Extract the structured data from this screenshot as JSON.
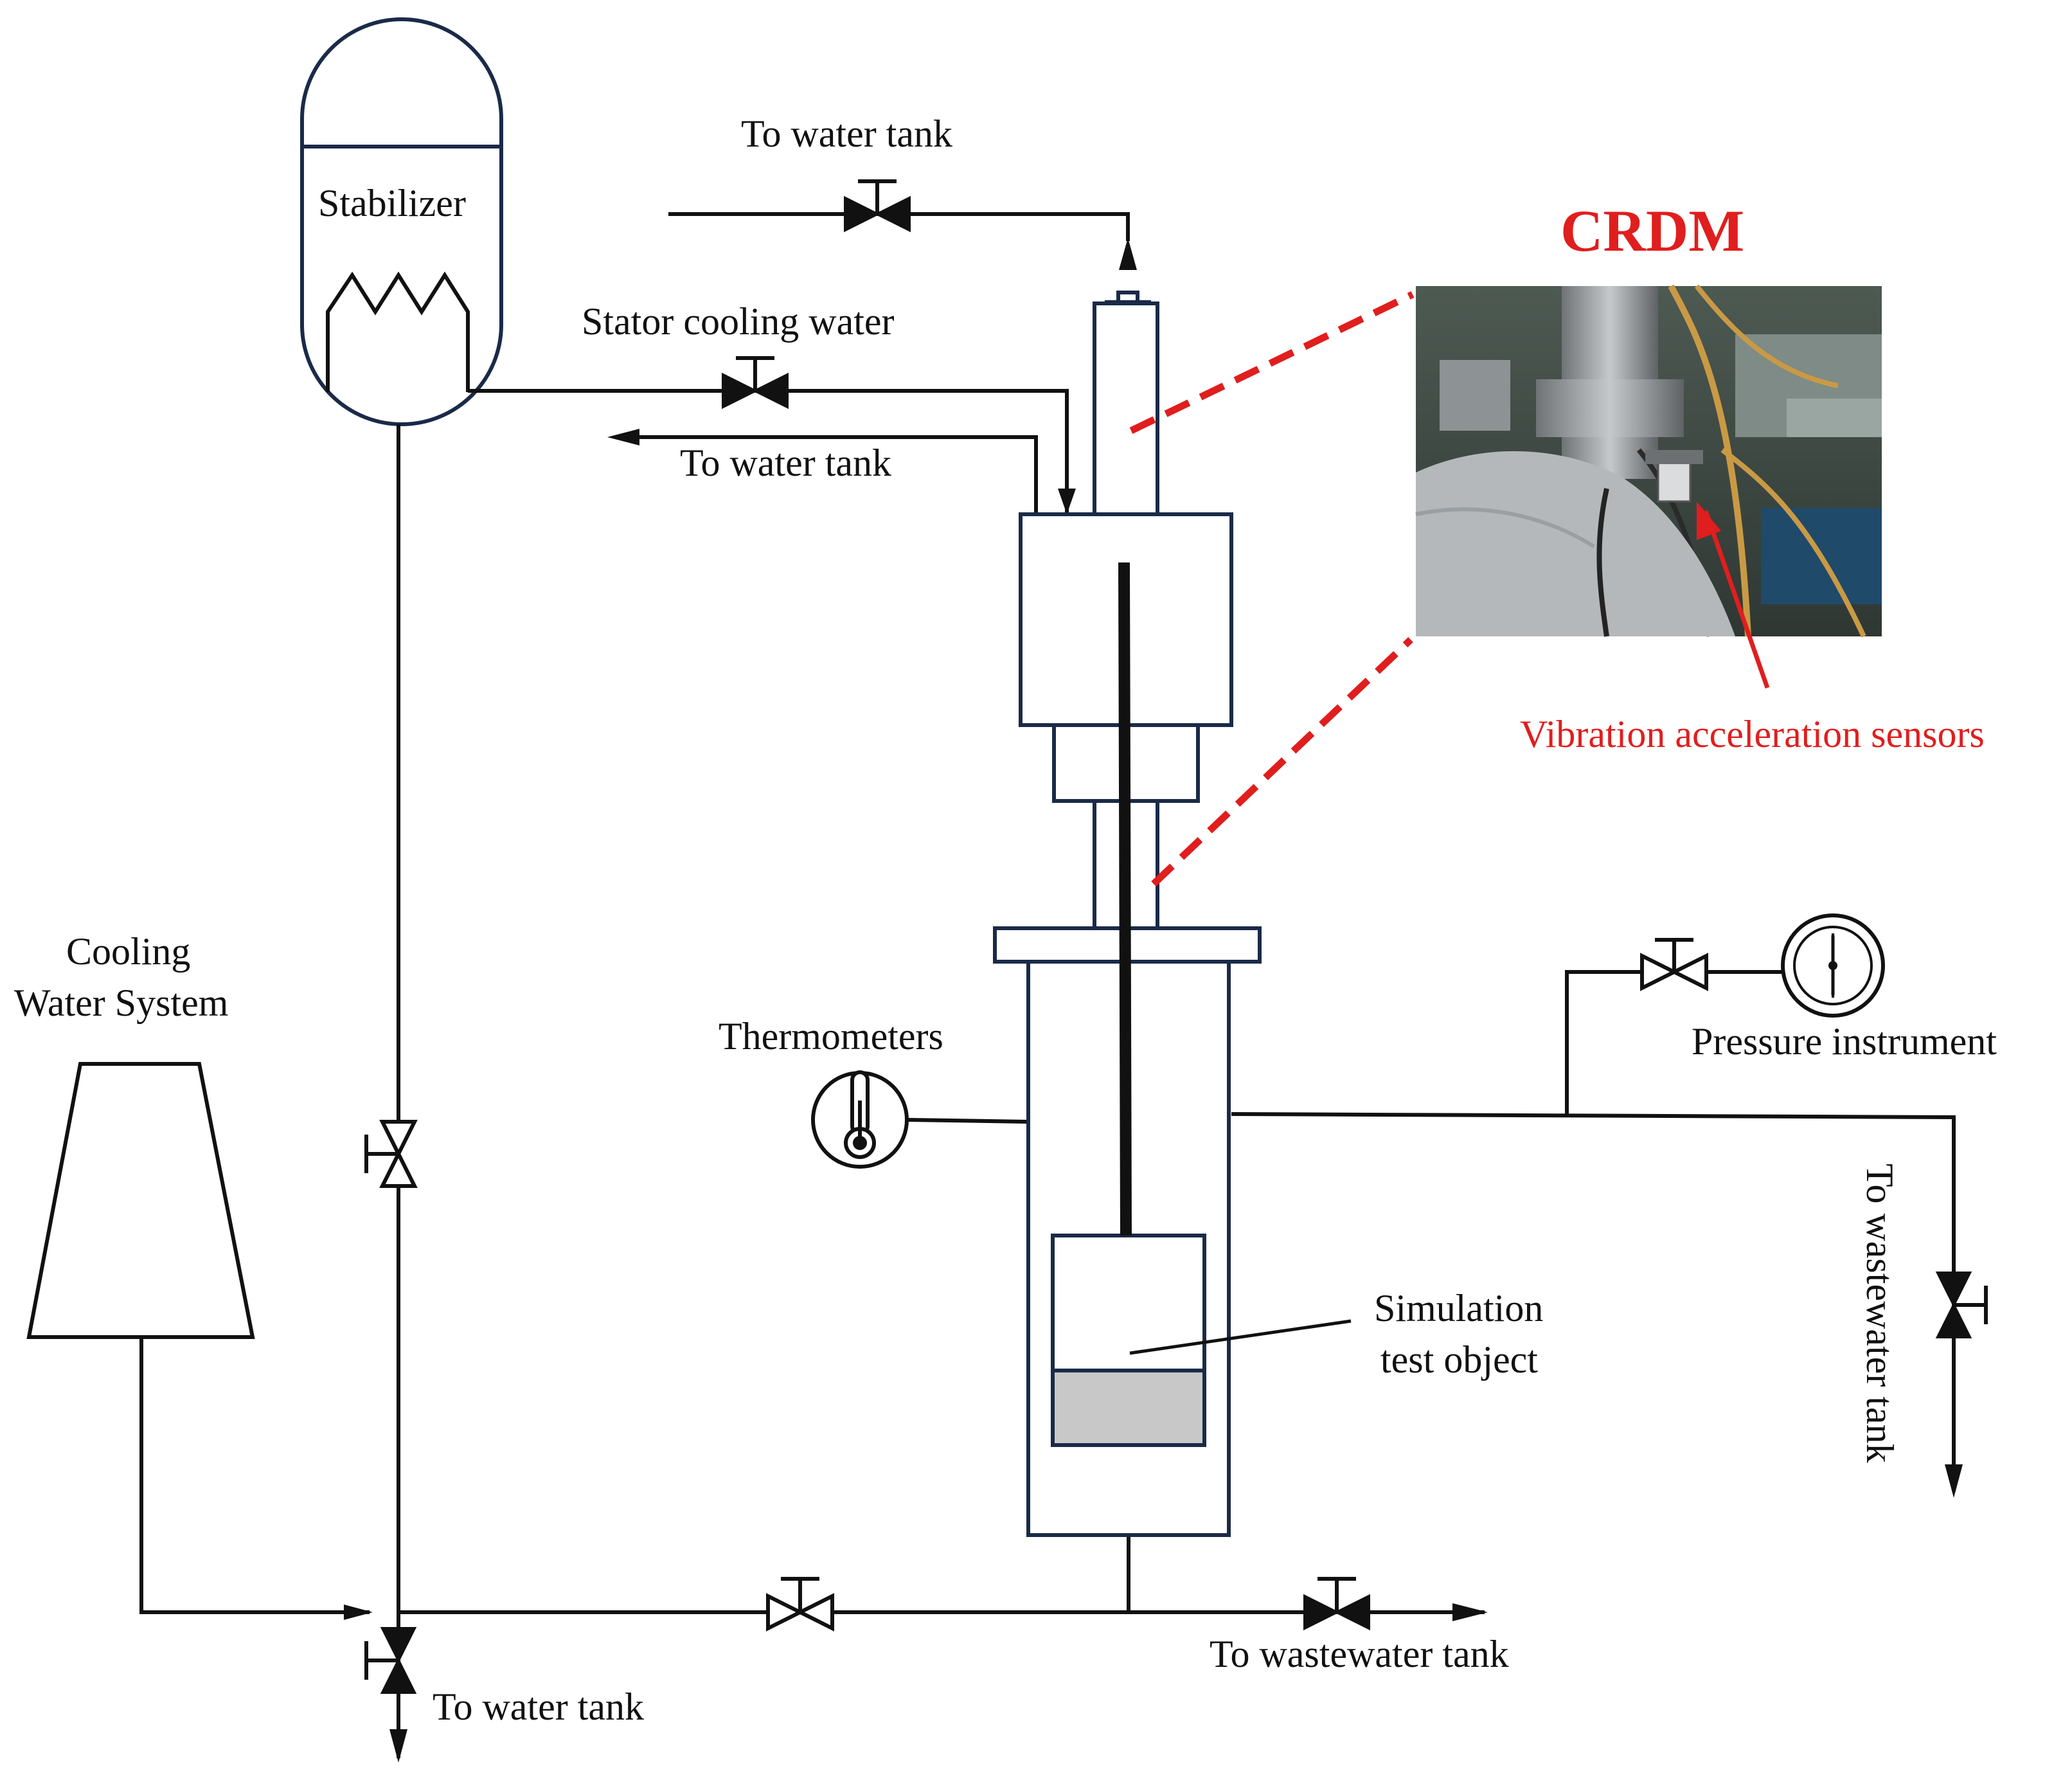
{
  "labels": {
    "stabilizer": "Stabilizer",
    "to_water_tank_top": "To water tank",
    "stator_cooling_water": "Stator cooling water",
    "to_water_tank_mid": "To water tank",
    "crdm": "CRDM",
    "vibration_sensors": "Vibration acceleration sensors",
    "cooling_line1": "Cooling",
    "cooling_line2": "Water System",
    "thermometers": "Thermometers",
    "pressure_instrument": "Pressure instrument",
    "simulation_line1": "Simulation",
    "simulation_line2": "test object",
    "to_wastewater_tank_right": "To wastewater tank",
    "to_wastewater_tank_bottom": "To wastewater tank",
    "to_water_tank_bottom": "To water tank"
  },
  "colors": {
    "line": "#111111",
    "vessel_outline": "#1a2a48",
    "accent_red": "#e01e1e",
    "object_fill": "#c8c8c8"
  }
}
